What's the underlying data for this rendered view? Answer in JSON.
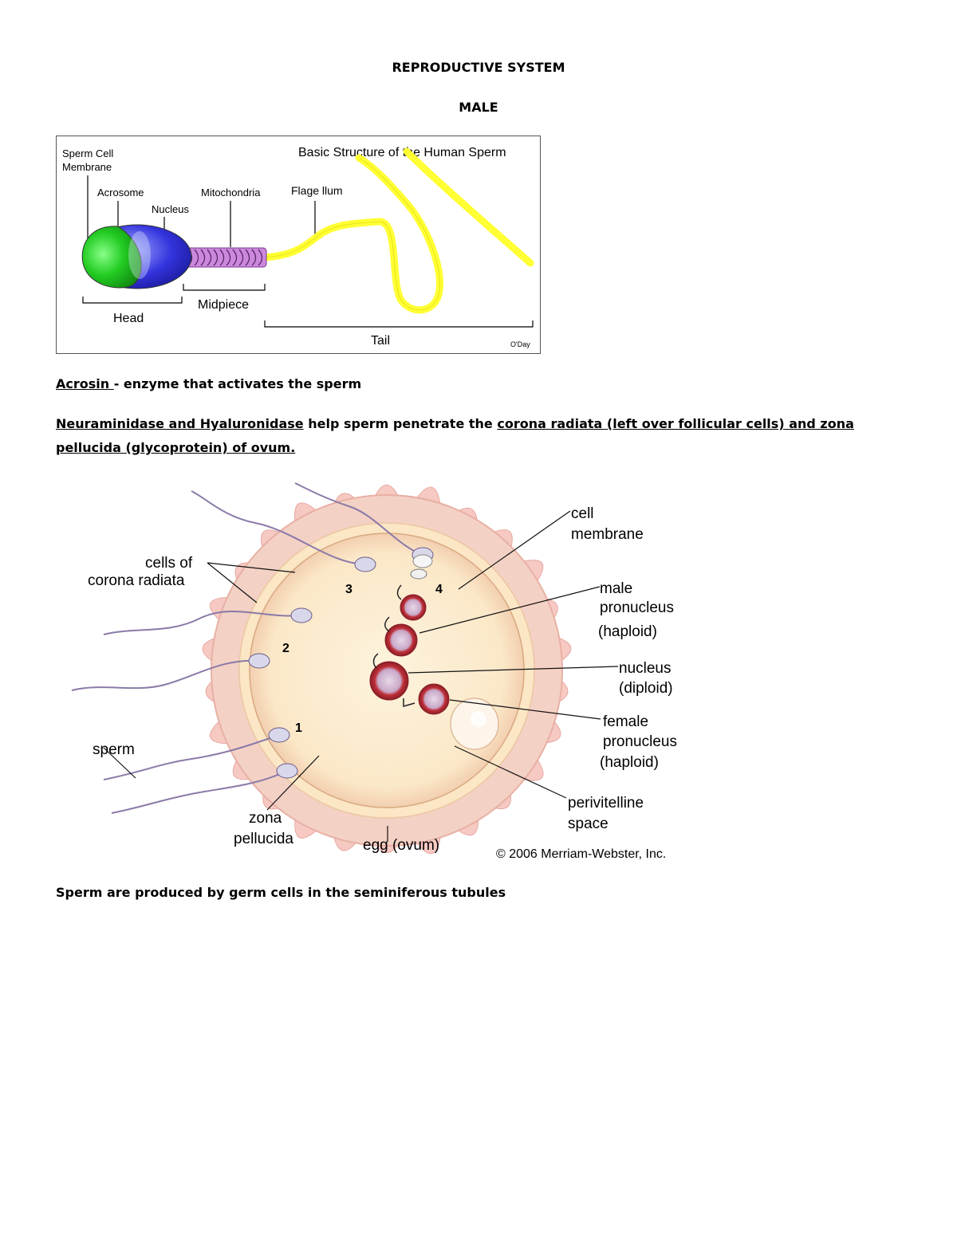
{
  "doc": {
    "title": "REPRODUCTIVE SYSTEM",
    "subtitle": "MALE"
  },
  "figure1": {
    "title": "Basic Structure of the  Human Sperm",
    "labels": {
      "membrane_line1": "Sperm Cell",
      "membrane_line2": "Membrane",
      "acrosome": "Acrosome",
      "nucleus": "Nucleus",
      "mitochondria": "Mitochondria",
      "flagellum": "Flage llum",
      "head": "Head",
      "midpiece": "Midpiece",
      "tail": "Tail",
      "credit": "O'Day"
    },
    "colors": {
      "acrosome": "#22cc22",
      "nucleus": "#2222dd",
      "midpiece": "#cc88dd",
      "tail": "#ffff33"
    }
  },
  "text": {
    "acrosin_term": "Acrosin ",
    "acrosin_desc": "- enzyme that activates the sperm",
    "enzymes_term": "Neuraminidase and Hyaluronidase",
    "enzymes_mid": " help sperm penetrate the ",
    "enzymes_target": "corona radiata (left over follicular cells) and zona pellucida (glycoprotein) of ovum.",
    "sperm_production": "Sperm are produced by germ cells in the seminiferous tubules"
  },
  "figure2": {
    "labels": {
      "corona_line1": "cells of",
      "corona_line2": "corona radiata",
      "sperm": "sperm",
      "zona_line1": "zona",
      "zona_line2": "pellucida",
      "egg": "egg (ovum)",
      "membrane_line1": "cell",
      "membrane_line2": "membrane",
      "male_line1": "male",
      "male_line2": "pronucleus",
      "male_line3": "(haploid)",
      "nucleus_line1": "nucleus",
      "nucleus_line2": "(diploid)",
      "female_line1": "female",
      "female_line2": "pronucleus",
      "female_line3": "(haploid)",
      "perivitelline_line1": "perivitelline",
      "perivitelline_line2": "space",
      "copyright": "© 2006 Merriam-Webster, Inc.",
      "step1": "1",
      "step2": "2",
      "step3": "3",
      "step4": "4"
    },
    "colors": {
      "corona": "#f7c9c3",
      "zona": "#f4d1c5",
      "ovum": "#fdf1d8",
      "pronucleus": "#c0303a"
    }
  }
}
